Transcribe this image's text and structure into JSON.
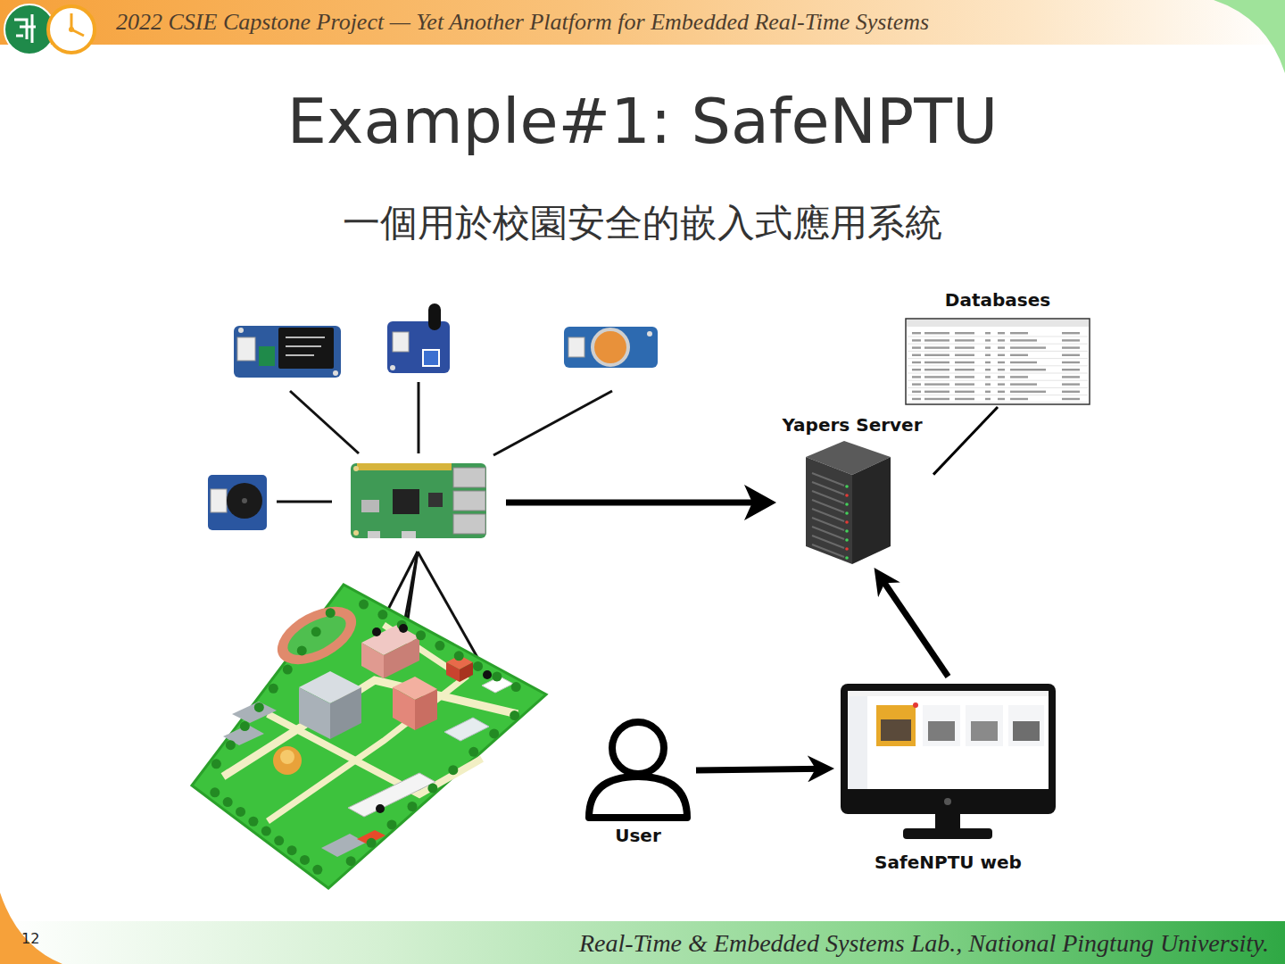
{
  "diagram": {
    "title": "Example#1: SafeNPTU",
    "nodes": [
      {
        "text": [
          "Databases"
        ]
      },
      {
        "text": [
          "Yapers Server"
        ]
      },
      {
        "text": [
          "User"
        ]
      },
      {
        "text": [
          "SafeNPTU web"
        ]
      }
    ],
    "edges": [
      {
        "from": 1,
        "to": 0,
        "arrow": "none"
      },
      {
        "from": 2,
        "to": 3,
        "arrow": "to"
      },
      {
        "from": 3,
        "to": 1,
        "arrow": "to"
      }
    ],
    "labels": [
      "2022 CSIE Capstone Project — Yet Another Platform for Embedded Real-Time Systems",
      "一個用於校園安全的嵌入式應用系統",
      "12",
      "Real-Time & Embedded Systems Lab., National Pingtung University."
    ]
  }
}
